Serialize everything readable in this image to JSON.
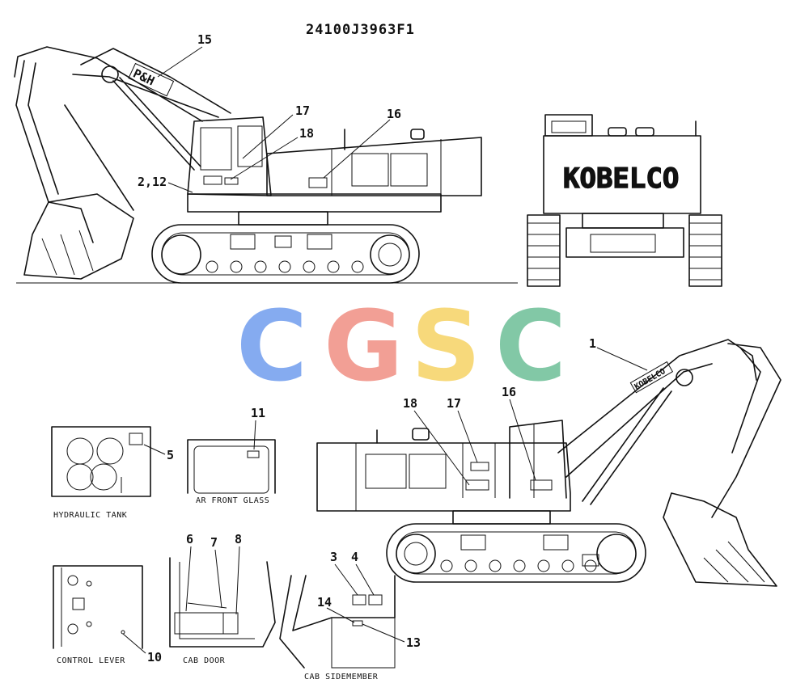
{
  "title": "24100J3963F1",
  "top_view_labels": {
    "l15": "15",
    "l17": "17",
    "l18": "18",
    "l16": "16",
    "l2_12": "2,12"
  },
  "bottom_view_labels": {
    "l1": "1",
    "l18": "18",
    "l17": "17",
    "l16": "16"
  },
  "decals": {
    "ph_logo": "P&H",
    "kobelco_rear": "KOBELCO",
    "kobelco_boom": "KOBELCO"
  },
  "watermark": {
    "letters": [
      "C",
      "G",
      "S",
      "C"
    ],
    "colors": [
      "#7fa7f0",
      "#f29a90",
      "#f7d774",
      "#7cc6a2"
    ]
  },
  "details": {
    "hydraulic_tank": {
      "caption": "HYDRAULIC TANK",
      "label": "5"
    },
    "front_glass": {
      "caption": "AR FRONT GLASS",
      "label": "11"
    },
    "control_lever": {
      "caption": "CONTROL LEVER",
      "label": "10"
    },
    "cab_door": {
      "caption": "CAB DOOR",
      "label6": "6",
      "label7": "7",
      "label8": "8"
    },
    "cab_sidemember": {
      "caption": "CAB SIDEMEMBER",
      "label3": "3",
      "label4": "4",
      "label14": "14",
      "label13": "13"
    }
  }
}
